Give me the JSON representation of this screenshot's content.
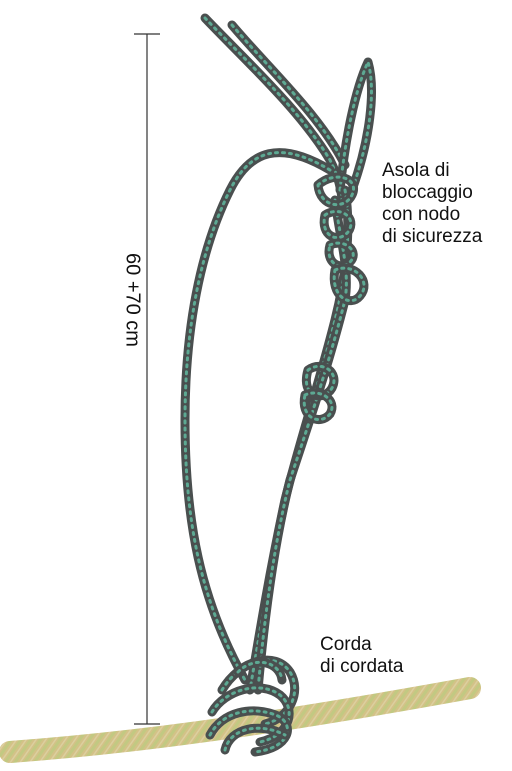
{
  "dimension": {
    "label": "60 +70 cm"
  },
  "labels": {
    "loop": [
      "Asola di",
      "bloccaggio",
      "con nodo",
      "di sicurezza"
    ],
    "rope": [
      "Corda",
      "di cordata"
    ]
  },
  "colors": {
    "accessory_cord": "#4a4f4f",
    "cord_fleck": "#5fb39a",
    "main_rope": "#d9c88f",
    "main_rope_fleck": "#b9d27a",
    "dimension_line": "#333333"
  }
}
